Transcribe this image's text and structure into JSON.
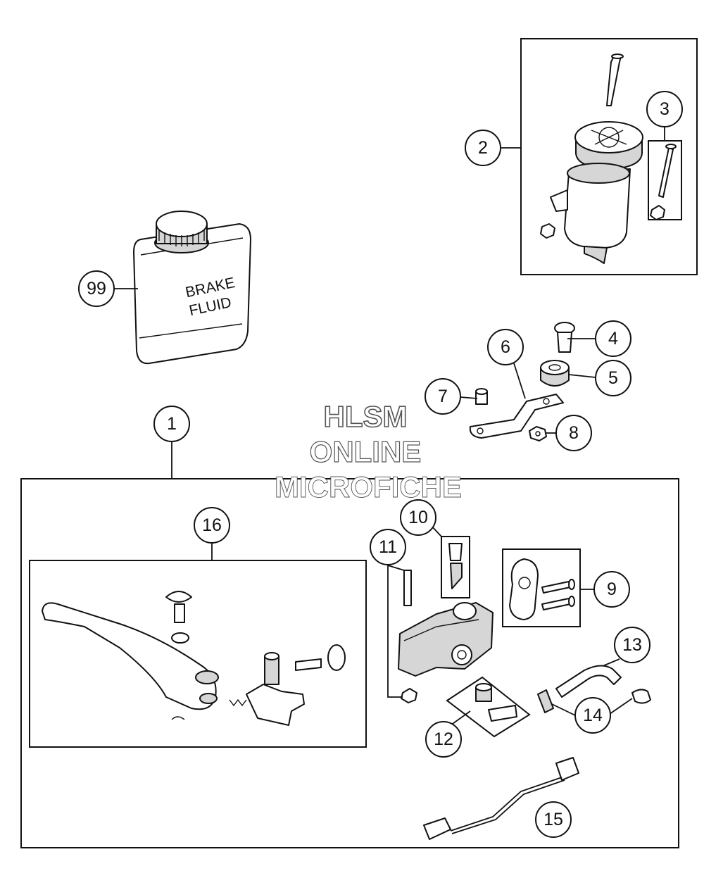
{
  "callouts": {
    "c1": "1",
    "c2": "2",
    "c3": "3",
    "c4": "4",
    "c5": "5",
    "c6": "6",
    "c7": "7",
    "c8": "8",
    "c9": "9",
    "c10": "10",
    "c11": "11",
    "c12": "12",
    "c13": "13",
    "c14": "14",
    "c15": "15",
    "c16": "16",
    "c99": "99"
  },
  "can_label": {
    "line1": "BRAKE",
    "line2": "FLUID"
  },
  "watermark": {
    "line1": "HLSM",
    "line2": "ONLINE",
    "line3": "MICROFICHE"
  }
}
